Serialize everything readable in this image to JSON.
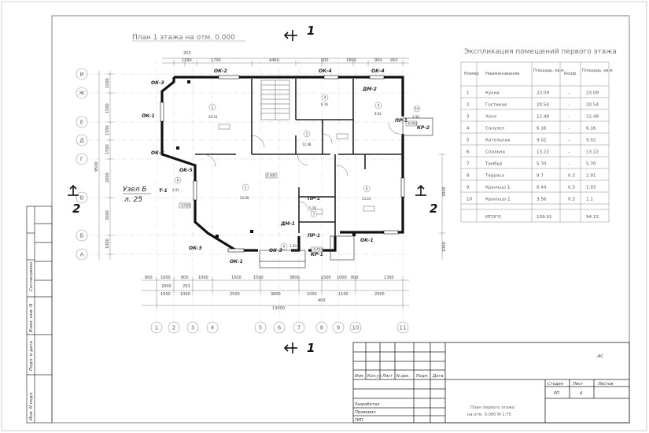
{
  "plan": {
    "title": "План 1 этажа на отм. 0.000",
    "section_labels": [
      "1",
      "1",
      "2",
      "2"
    ],
    "node_label": {
      "name": "Узел Б",
      "sheet": "л. 25"
    },
    "axes_rows": [
      "И",
      "Ж",
      "Е",
      "Д",
      "Г",
      "В",
      "Б",
      "А"
    ],
    "axes_cols": [
      "1",
      "2",
      "3",
      "4",
      "5",
      "6",
      "7",
      "8",
      "9",
      "10",
      "11"
    ],
    "top_dims": [
      "253",
      "1390",
      "1700",
      "4460",
      "900",
      "1800",
      "900",
      "950"
    ],
    "bottom_dims_1": [
      "600",
      "1000",
      "800",
      "1000",
      "1500",
      "1500",
      "3800",
      "1500",
      "1000",
      "800",
      "1300"
    ],
    "bottom_dims_2": [
      "1000",
      "1000",
      "2500",
      "3800",
      "1000",
      "1100",
      "2500"
    ],
    "bottom_small": [
      "2000",
      "253",
      "400"
    ],
    "overall_dim": "13000",
    "left_dims": [
      "1000",
      "1500",
      "1500",
      "1500",
      "2000",
      "2000",
      "1000"
    ],
    "left_total": "9500",
    "right_dims": [
      "3000",
      "1000"
    ],
    "window_labels": [
      "ОК-1",
      "ОК-2",
      "ОК-3",
      "ОК-3",
      "ОК-4",
      "ОК-4",
      "ОК-5",
      "ОК-1",
      "ОК-3",
      "ОК-3",
      "ОК-1"
    ],
    "other_labels": [
      "ДМ-2",
      "ПР-1",
      "КР-2",
      "Т-1",
      "ПР-1",
      "ДМ-1",
      "ПР-1",
      "КР-1"
    ],
    "room_numbers": [
      "1",
      "2",
      "3",
      "4",
      "5",
      "6",
      "7",
      "8",
      "9",
      "10"
    ],
    "room_areas": [
      "23.09",
      "20.54",
      "12.48",
      "6.16",
      "9.02",
      "13.22",
      "5.70",
      "2.91",
      "1.93",
      "3.56"
    ],
    "level_marks": [
      "0.000",
      "-0.050",
      "-0.450",
      "-0.050"
    ]
  },
  "legend_table": {
    "title": "Экспликация помещений первого этажа",
    "headers": [
      "Номер",
      "Наименование",
      "Площадь, кв.м",
      "Коэф.",
      "Площадь, кв.м"
    ],
    "rows": [
      [
        "1",
        "Кухня",
        "23.09",
        "-",
        "23.09"
      ],
      [
        "2",
        "Гостиная",
        "20.54",
        "-",
        "20.54"
      ],
      [
        "3",
        "Холл",
        "12.48",
        "-",
        "12.48"
      ],
      [
        "4",
        "Санузел",
        "6.16",
        "-",
        "6.16"
      ],
      [
        "5",
        "Котельная",
        "9.02",
        "-",
        "9.02"
      ],
      [
        "6",
        "Спальня",
        "13.22",
        "-",
        "13.22"
      ],
      [
        "7",
        "Тамбур",
        "5.70",
        "-",
        "5.70"
      ],
      [
        "8",
        "Терраса",
        "9.7",
        "0.3",
        "2.91"
      ],
      [
        "9",
        "Крыльцо 1",
        "6.44",
        "0.3",
        "1.93"
      ],
      [
        "10",
        "Крыльцо 2",
        "3.56",
        "0.3",
        "1.1"
      ]
    ],
    "total_label": "ИТОГО",
    "total_area": "109.91",
    "total_reduced": "94.15"
  },
  "side_stamp": [
    "Согласовано",
    "Взам. инв. N",
    "Подп. и дата",
    "Инв. N подл."
  ],
  "title_block": {
    "code": "-АС",
    "columns": [
      "Изм.",
      "Кол.уч",
      "Лист",
      "N док.",
      "Подп.",
      "Дата"
    ],
    "roles": [
      "Разработал",
      "Проверил",
      "ГИП"
    ],
    "stage_label": "Стадия",
    "sheet_label": "Лист",
    "sheets_label": "Листов",
    "stage": "РП",
    "sheet": "4",
    "caption_1": "План первого этажа",
    "caption_2": "на отм. 0.000 М 1:75"
  }
}
